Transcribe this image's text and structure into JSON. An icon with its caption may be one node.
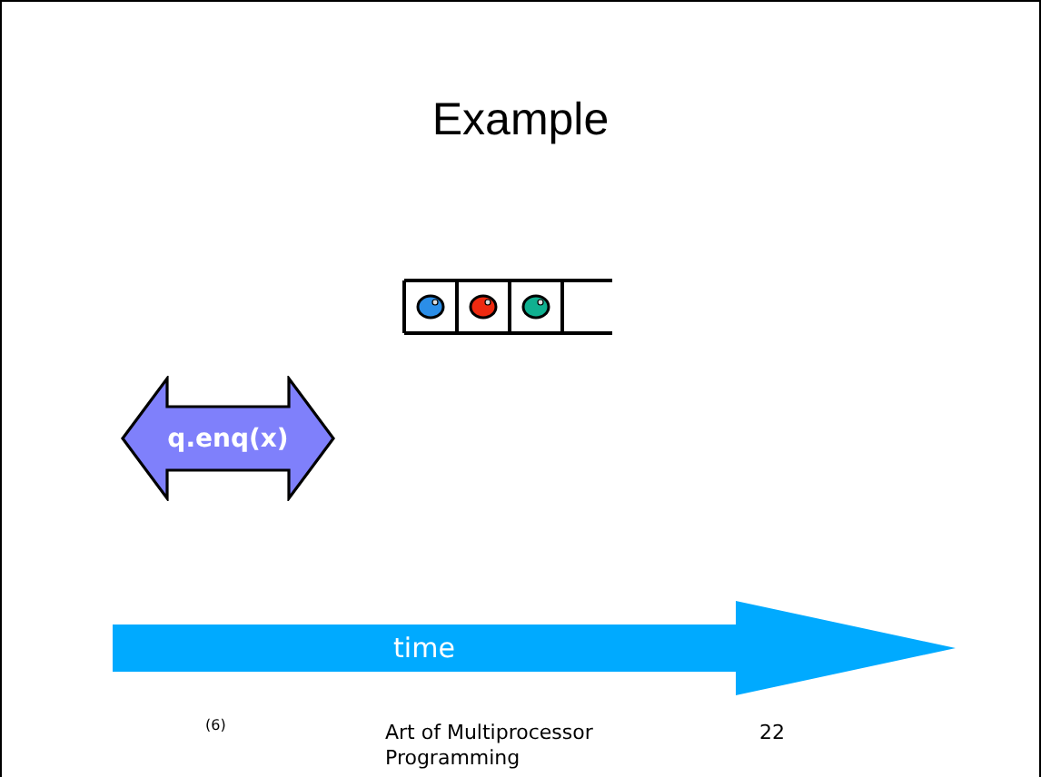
{
  "diagram": {
    "title": "Example",
    "nodes": [
      {
        "text": [
          "q.enq(x)"
        ]
      },
      {
        "text": [
          "time"
        ]
      }
    ],
    "labels": [
      "(6)",
      "Art of Multiprocessor Programming",
      "22"
    ]
  }
}
